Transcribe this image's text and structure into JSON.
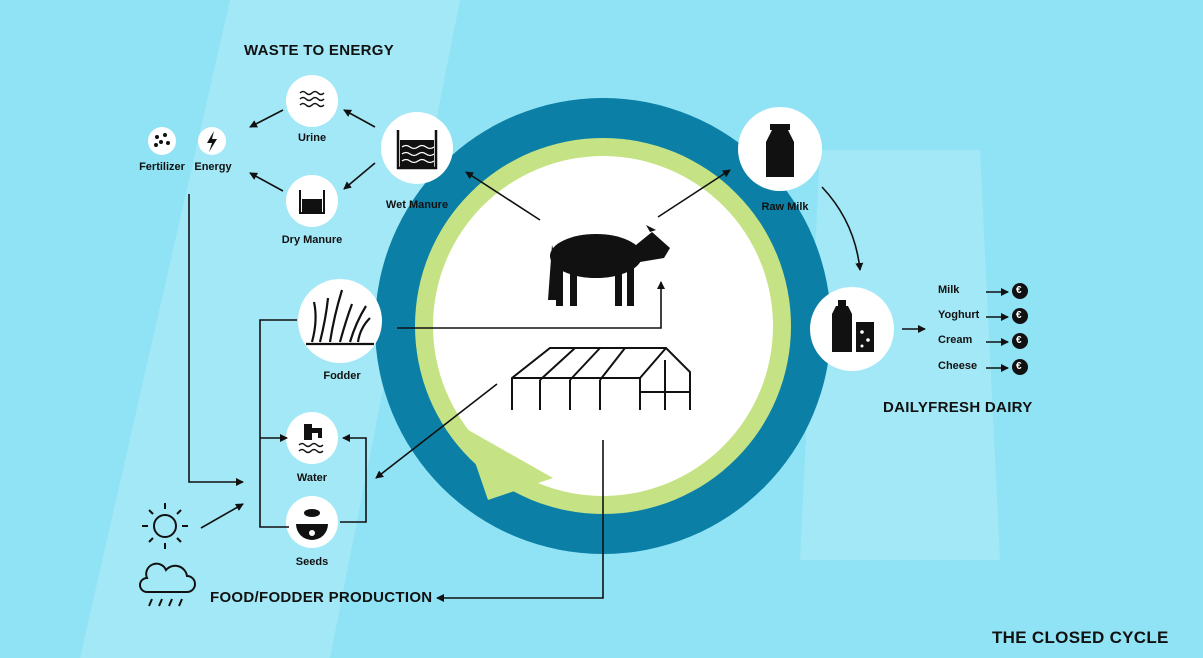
{
  "headings": {
    "waste_to_energy": "WASTE TO ENERGY",
    "dailyfresh_dairy": "DAILYFRESH DAIRY",
    "food_fodder_production": "FOOD/FODDER PRODUCTION",
    "closed_cycle": "THE CLOSED CYCLE"
  },
  "nodes": {
    "urine": "Urine",
    "dry_manure": "Dry Manure",
    "wet_manure": "Wet Manure",
    "fertilizer": "Fertilizer",
    "energy": "Energy",
    "raw_milk": "Raw Milk",
    "fodder": "Fodder",
    "water": "Water",
    "seeds": "Seeds"
  },
  "products": [
    {
      "label": "Milk",
      "icon": "euro-coin-icon"
    },
    {
      "label": "Yoghurt",
      "icon": "euro-coin-icon"
    },
    {
      "label": "Cream",
      "icon": "euro-coin-icon"
    },
    {
      "label": "Cheese",
      "icon": "euro-coin-icon"
    }
  ],
  "currency_symbol": "€",
  "colors": {
    "background": "#8fe3f5",
    "outer_ring": "#0b7fa6",
    "inner_ring": "#c5e384",
    "icon_circle": "#ffffff",
    "ink": "#111111"
  },
  "icons": [
    "cow-icon",
    "greenhouse-icon",
    "waves-icon",
    "tank-icon",
    "wet-manure-icon",
    "fertilizer-icon",
    "energy-bolt-icon",
    "milk-can-icon",
    "dairy-bottles-icon",
    "grass-icon",
    "tap-water-icon",
    "seeds-icon",
    "sun-icon",
    "rain-cloud-icon"
  ]
}
